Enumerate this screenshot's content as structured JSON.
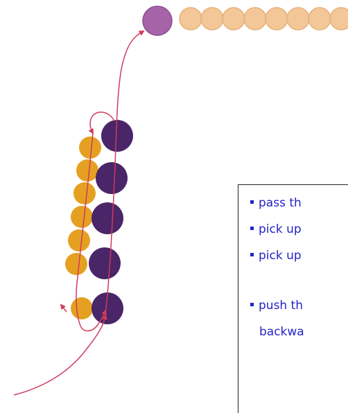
{
  "instructions": {
    "items": [
      {
        "text": "pass th"
      },
      {
        "text": "pick up"
      },
      {
        "text": "pick up"
      },
      {
        "text": "push th",
        "continuation": "backwa"
      }
    ]
  },
  "colors": {
    "dark_bead": "#4a2568",
    "gold_bead": "#e5a022",
    "pale_bead": "#f3c797",
    "pale_bead_stroke": "#e8b07a",
    "violet_bead": "#a763a8",
    "thread": "#d03a5c",
    "text": "#2323c8",
    "box_border": "#222222"
  }
}
